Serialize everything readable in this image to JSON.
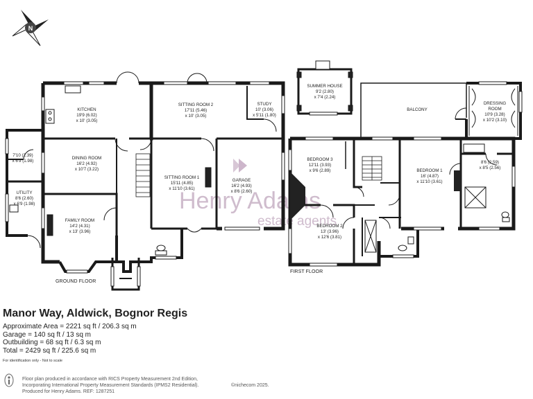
{
  "compass": {
    "letter": "N"
  },
  "watermark": {
    "brand": "Henry Adams",
    "tagline": "estate agents"
  },
  "floors": {
    "ground": "GROUND FLOOR",
    "first": "FIRST FLOOR"
  },
  "rooms": {
    "kitchen": {
      "name": "KITCHEN",
      "size1": "19'9 (6.02)",
      "size2": "x 10' (3.05)"
    },
    "dining": {
      "name": "DINING ROOM",
      "size1": "16'2 (4.92)",
      "size2": "x 10'7 (3.22)"
    },
    "family": {
      "name": "FAMILY ROOM",
      "size1": "14'2 (4.31)",
      "size2": "x 13' (3.96)"
    },
    "utility": {
      "name": "UTILITY",
      "size1": "8'6 (2.60)",
      "size2": "x 6'9 (1.98)"
    },
    "store": {
      "size1": "7'10 (2.39)",
      "size2": "x 6'9 (1.98)"
    },
    "sitting2": {
      "name": "SITTING ROOM 2",
      "size1": "17'11 (5.46)",
      "size2": "x 10' (3.05)"
    },
    "study": {
      "name": "STUDY",
      "size1": "10' (3.06)",
      "size2": "x 5'11 (1.80)"
    },
    "sitting1": {
      "name": "SITTING ROOM 1",
      "size1": "15'11 (4.85)",
      "size2": "x 11'10 (3.61)"
    },
    "garage": {
      "name": "GARAGE",
      "size1": "16'2 (4.93)",
      "size2": "x 8'6 (2.60)"
    },
    "summer": {
      "name": "SUMMER HOUSE",
      "size1": "9'2 (2.80)",
      "size2": "x 7'4 (2.24)"
    },
    "balcony": {
      "name": "BALCONY"
    },
    "dressing": {
      "name1": "DRESSING",
      "name2": "ROOM",
      "size1": "10'9 (3.28)",
      "size2": "x 10'2 (3.10)"
    },
    "bed3": {
      "name": "BEDROOM 3",
      "size1": "12'11 (3.93)",
      "size2": "x 9'6 (2.89)"
    },
    "bed1": {
      "name": "BEDROOM 1",
      "size1": "16' (4.87)",
      "size2": "x 11'10 (3.61)"
    },
    "ensuite": {
      "size1": "8'6 (2.59)",
      "size2": "x 8'5 (2.56)"
    },
    "bed2": {
      "name": "BEDROOM 2",
      "size1": "13' (3.96)",
      "size2": "x 12'6 (3.81)"
    }
  },
  "property": {
    "title": "Manor Way, Aldwick, Bognor Regis",
    "approx_area": "Approximate Area = 2221 sq ft / 206.3 sq m",
    "garage": "Garage = 140 sq ft / 13 sq m",
    "outbuilding": "Outbuilding = 68 sq ft / 6.3 sq m",
    "total": "Total = 2429 sq ft / 225.6 sq m",
    "note": "For identification only - Not to scale"
  },
  "footer": {
    "line1": "Floor plan produced in accordance with RICS Property Measurement 2nd Edition,",
    "line2": "Incorporating International Property Measurement Standards (IPMS2 Residential).",
    "credit": "©nichecom 2025.",
    "line3": "Produced for Henry Adams.   REF: 1287251"
  }
}
